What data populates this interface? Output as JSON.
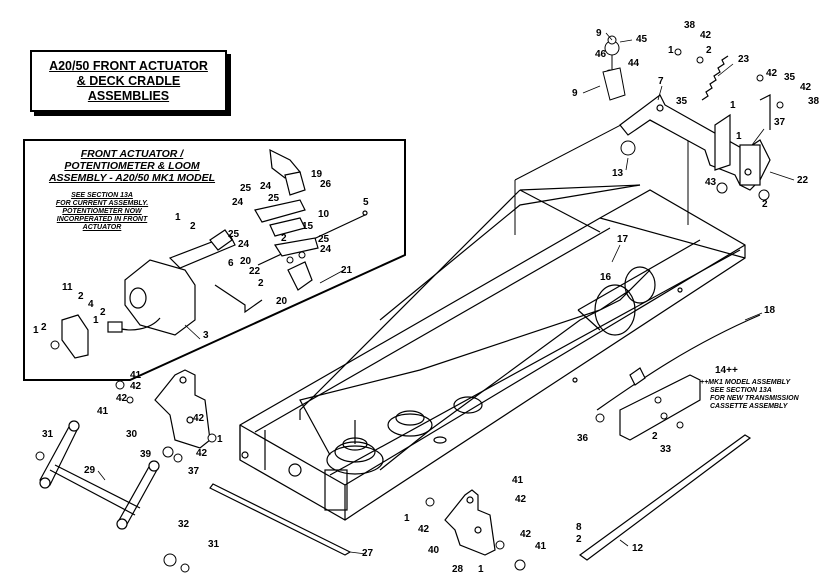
{
  "title": {
    "line1": "A20/50 FRONT ACTUATOR",
    "line2": "& DECK CRADLE",
    "line3": "ASSEMBLIES"
  },
  "inset": {
    "heading1": "FRONT ACTUATOR /",
    "heading2": "POTENTIOMETER & LOOM",
    "heading3": "ASSEMBLY - A20/50 MK1 MODEL",
    "note1": "SEE SECTION 13A",
    "note2": "FOR CURRENT ASSEMBLY.",
    "note3": "POTENTIOMETER NOW",
    "note4": "INCORPERATED IN FRONT",
    "note5": "ACTUATOR"
  },
  "mk1_note": {
    "ref": "14++",
    "line1": "++MK1 MODEL ASSEMBLY",
    "line2": "SEE SECTION 13A",
    "line3": "FOR NEW TRANSMISSION",
    "line4": "CASSETTE ASSEMBLY"
  },
  "part_labels": {
    "p1": "1",
    "p2": "2",
    "p4": "4",
    "p5": "5",
    "p6": "6",
    "p7": "7",
    "p8": "8",
    "p9": "9",
    "p10": "10",
    "p11": "11",
    "p12": "12",
    "p13": "13",
    "p15": "15",
    "p16": "16",
    "p17": "17",
    "p18": "18",
    "p19": "19",
    "p20": "20",
    "p21": "21",
    "p22": "22",
    "p23": "23",
    "p24": "24",
    "p25": "25",
    "p26": "26",
    "p27": "27",
    "p28": "28",
    "p29": "29",
    "p30": "30",
    "p31": "31",
    "p32": "32",
    "p33": "33",
    "p35": "35",
    "p36": "36",
    "p37": "37",
    "p38": "38",
    "p39": "39",
    "p40": "40",
    "p41": "41",
    "p42": "42",
    "p43": "43",
    "p44": "44",
    "p45": "45",
    "p46": "46",
    "p3": "3"
  }
}
